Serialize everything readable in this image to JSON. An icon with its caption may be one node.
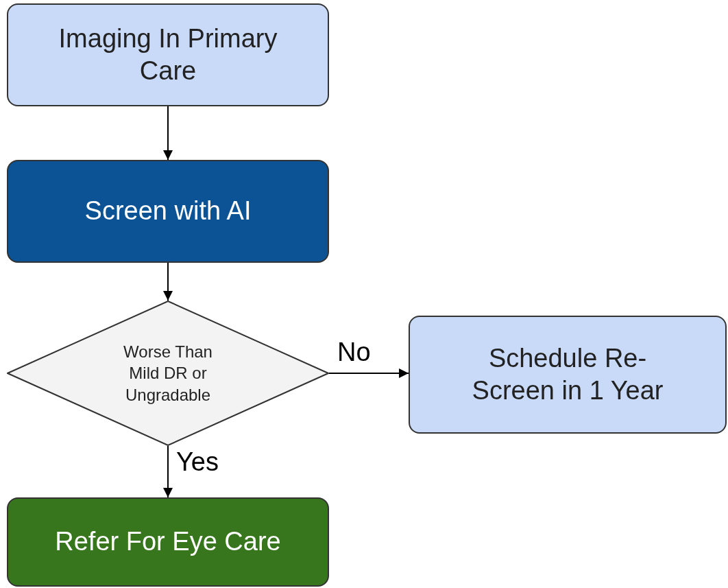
{
  "diagram": {
    "nodes": [
      {
        "text": [
          "Imaging In Primary Care"
        ]
      },
      {
        "text": [
          "Screen with AI"
        ]
      },
      {
        "text": [
          "Worse Than Mild DR or Ungradable"
        ]
      },
      {
        "text": [
          "Schedule Re-Screen in 1 Year"
        ]
      },
      {
        "text": [
          "Refer For Eye Care"
        ]
      }
    ],
    "edges": [
      {
        "from": 0,
        "to": 1,
        "arrow": "to"
      },
      {
        "from": 1,
        "to": 2,
        "arrow": "to"
      },
      {
        "from": 2,
        "to": 3,
        "arrow": "to",
        "label": "No"
      },
      {
        "from": 2,
        "to": 4,
        "arrow": "to",
        "label": "Yes"
      }
    ]
  }
}
